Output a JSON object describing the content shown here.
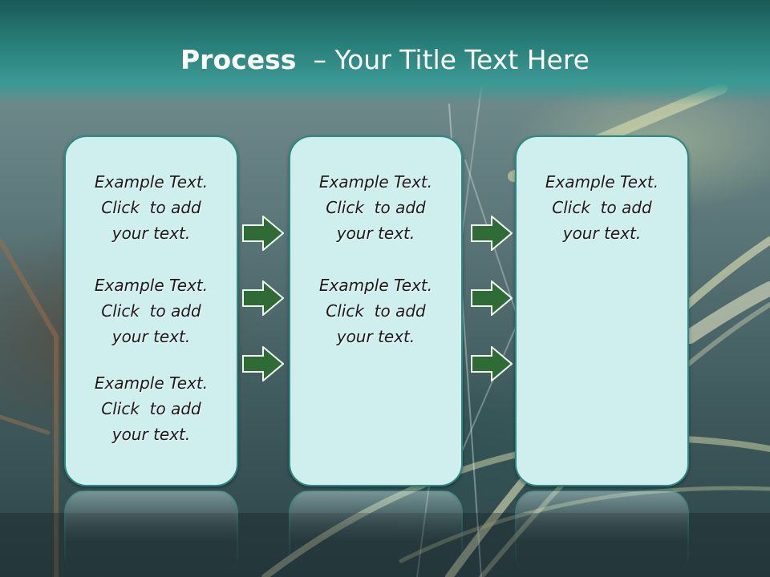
{
  "slide": {
    "title_bold": "Process",
    "title_rest": "  – Your Title Text Here"
  },
  "columns": [
    {
      "items": [
        {
          "l1": "Example Text.",
          "l2": "Click  to add",
          "l3": "your text."
        },
        {
          "l1": "Example Text.",
          "l2": "Click  to add",
          "l3": "your text."
        },
        {
          "l1": "Example Text.",
          "l2": "Click  to add",
          "l3": "your text."
        }
      ]
    },
    {
      "items": [
        {
          "l1": "Example Text.",
          "l2": "Click  to add",
          "l3": "your text."
        },
        {
          "l1": "Example Text.",
          "l2": "Click  to add",
          "l3": "your text."
        }
      ]
    },
    {
      "items": [
        {
          "l1": "Example Text.",
          "l2": "Click  to add",
          "l3": "your text."
        }
      ]
    }
  ],
  "colors": {
    "header": "#2a817c",
    "box_fill": "#cfeeee",
    "box_border": "#2a8a84",
    "arrow_fill": "#2f6b34"
  },
  "icons": [
    "right-arrow-icon"
  ]
}
